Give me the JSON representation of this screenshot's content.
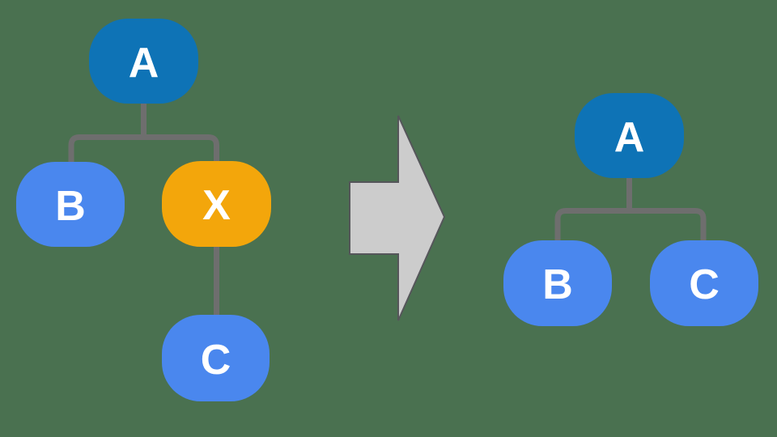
{
  "colors": {
    "background": "#4A7150",
    "node_root": "#0E73B6",
    "node_child": "#4A87EE",
    "node_highlight": "#F3A60B",
    "node_label": "#FFFFFF",
    "connector": "#6E6E6E",
    "arrow_fill": "#CCCCCC",
    "arrow_stroke": "#55565A"
  },
  "trees": {
    "before": {
      "nodes": [
        {
          "id": "A",
          "label": "A",
          "role": "root"
        },
        {
          "id": "B",
          "label": "B",
          "role": "child"
        },
        {
          "id": "X",
          "label": "X",
          "role": "highlight"
        },
        {
          "id": "C",
          "label": "C",
          "role": "child"
        }
      ],
      "edges": [
        "A-B",
        "A-X",
        "X-C"
      ]
    },
    "after": {
      "nodes": [
        {
          "id": "A",
          "label": "A",
          "role": "root"
        },
        {
          "id": "B",
          "label": "B",
          "role": "child"
        },
        {
          "id": "C",
          "label": "C",
          "role": "child"
        }
      ],
      "edges": [
        "A-B",
        "A-C"
      ]
    }
  },
  "arrow": {
    "direction": "right"
  }
}
